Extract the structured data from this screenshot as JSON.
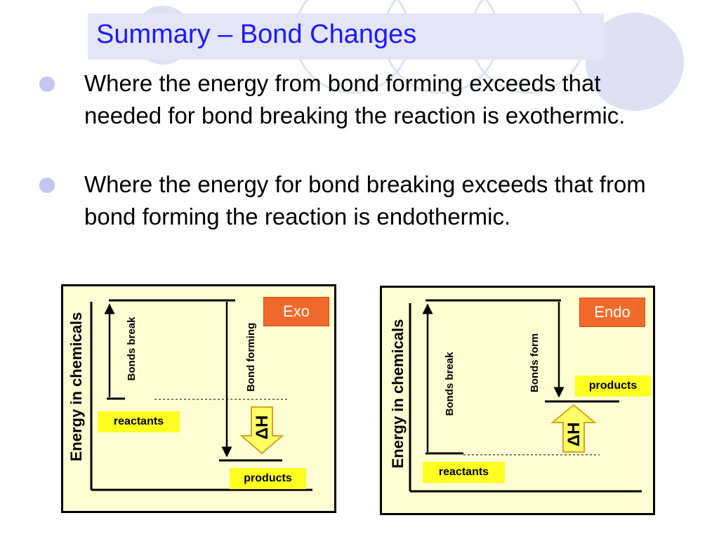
{
  "slide": {
    "title": "Summary – Bond Changes",
    "bullets": [
      {
        "text": "Where the energy from bond forming exceeds that needed for bond breaking the reaction is exothermic."
      },
      {
        "text": "Where the energy for bond breaking exceeds that from bond forming the reaction is endothermic."
      }
    ]
  },
  "diagrams": {
    "exo": {
      "tag": "Exo",
      "axis_label": "Energy in chemicals",
      "up_label": "Bonds break",
      "down_label": "Bond forming",
      "reactants_label": "reactants",
      "products_label": "products",
      "delta_label": "ΔH"
    },
    "endo": {
      "tag": "Endo",
      "axis_label": "Energy in chemicals",
      "up_label": "Bonds break",
      "down_label": "Bonds form",
      "reactants_label": "reactants",
      "products_label": "products",
      "delta_label": "ΔH"
    }
  },
  "colors": {
    "title": "#1a1aff",
    "panel_bg": "#fefed2",
    "tag_bg": "#f26a2b",
    "label_box": "#ffff22",
    "delta_arrow": "#ffff66",
    "bullet": "#c3c6f0",
    "deco_circle": "#e0e0f5"
  }
}
